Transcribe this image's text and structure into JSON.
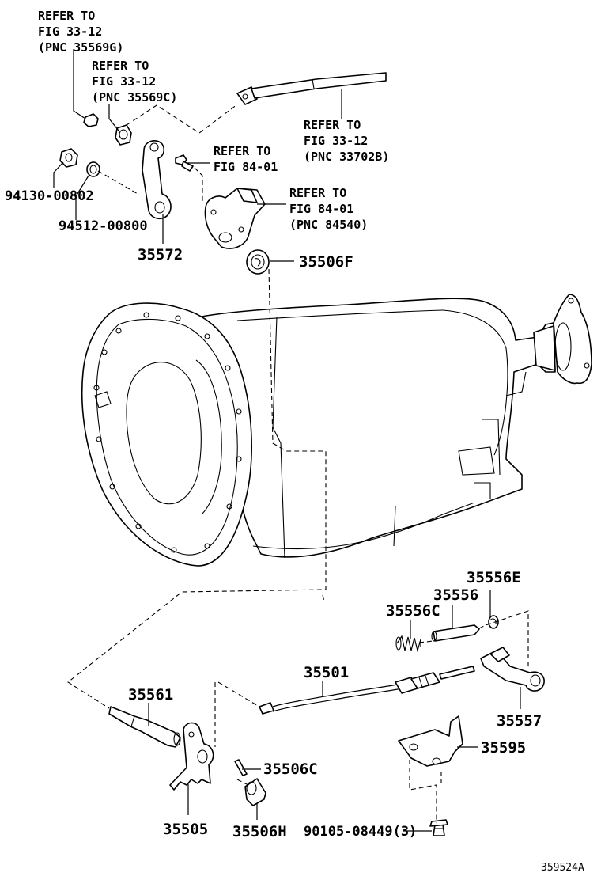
{
  "refs": [
    {
      "lines": [
        "REFER TO",
        "FIG 33-12",
        "(PNC 35569G)"
      ]
    },
    {
      "lines": [
        "REFER TO",
        "FIG 33-12",
        "(PNC 35569C)"
      ]
    },
    {
      "lines": [
        "REFER TO",
        "FIG 33-12",
        "(PNC 33702B)"
      ]
    },
    {
      "lines": [
        "REFER TO",
        "FIG 84-01"
      ]
    },
    {
      "lines": [
        "REFER TO",
        "FIG 84-01",
        "(PNC 84540)"
      ]
    }
  ],
  "parts": {
    "p94130": "94130-00802",
    "p94512": "94512-00800",
    "p35572": "35572",
    "p35506F": "35506F",
    "p35556E": "35556E",
    "p35556": "35556",
    "p35556C": "35556C",
    "p35501": "35501",
    "p35557": "35557",
    "p35561": "35561",
    "p35595": "35595",
    "p35506C": "35506C",
    "p35505": "35505",
    "p35506H": "35506H",
    "p90105": "90105-08449(3)"
  },
  "figure_id": "359524A"
}
